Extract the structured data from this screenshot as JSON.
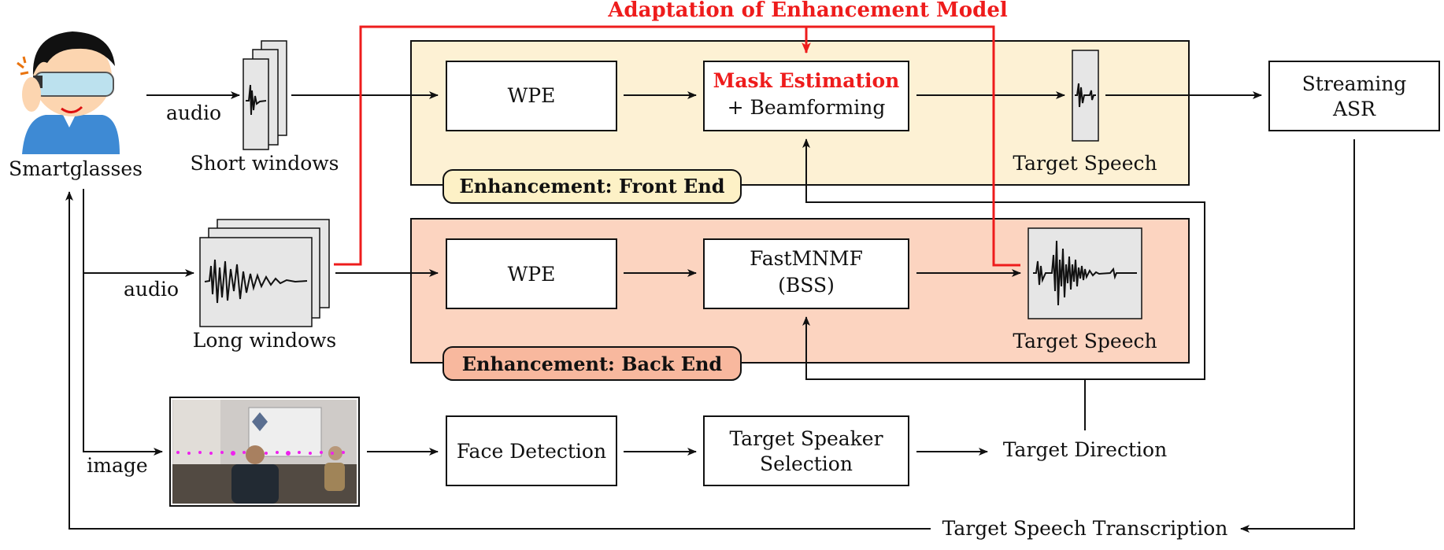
{
  "title": "Adaptation of Enhancement Model",
  "smartglasses": {
    "label": "Smartglasses"
  },
  "audio_short": {
    "label": "audio"
  },
  "audio_long": {
    "label": "audio"
  },
  "image_input": {
    "label": "image"
  },
  "short_windows": {
    "label": "Short windows"
  },
  "long_windows": {
    "label": "Long windows"
  },
  "front_end": {
    "tag": "Enhancement: Front End",
    "wpe": "WPE",
    "mask_line1": "Mask Estimation",
    "mask_line2": "+ Beamforming",
    "target_speech": "Target Speech",
    "bg": "#fdf1d4",
    "tag_bg": "#fdf1c6"
  },
  "back_end": {
    "tag": "Enhancement: Back End",
    "wpe": "WPE",
    "bss_line1": "FastMNMF",
    "bss_line2": "(BSS)",
    "target_speech": "Target Speech",
    "bg": "#fcd4c0",
    "tag_bg": "#f8b89e"
  },
  "asr": {
    "line1": "Streaming",
    "line2": "ASR"
  },
  "face_detection": "Face Detection",
  "speaker_selection": {
    "line1": "Target Speaker",
    "line2": "Selection"
  },
  "target_direction": "Target Direction",
  "transcription": "Target Speech Transcription",
  "colors": {
    "adaptation": "#ee1c1c",
    "line": "#111111"
  }
}
